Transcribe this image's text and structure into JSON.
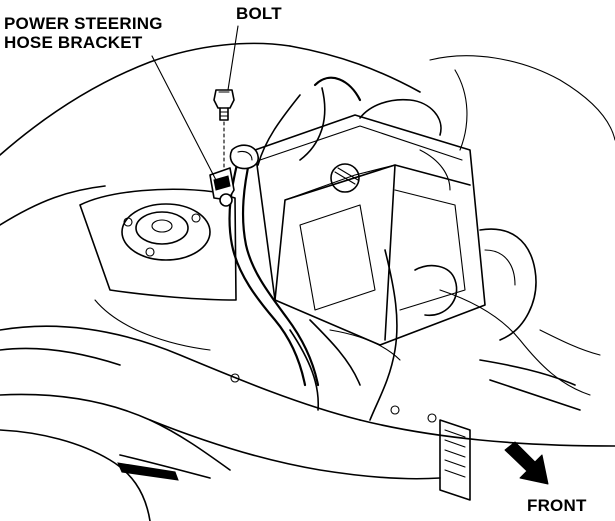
{
  "labels": {
    "power_steering_line1": "POWER STEERING",
    "power_steering_line2": "HOSE BRACKET",
    "bolt": "BOLT",
    "front": "FRONT"
  },
  "colors": {
    "ink": "#000000",
    "paper": "#ffffff"
  },
  "icons": {
    "direction": "front-arrow-icon"
  }
}
